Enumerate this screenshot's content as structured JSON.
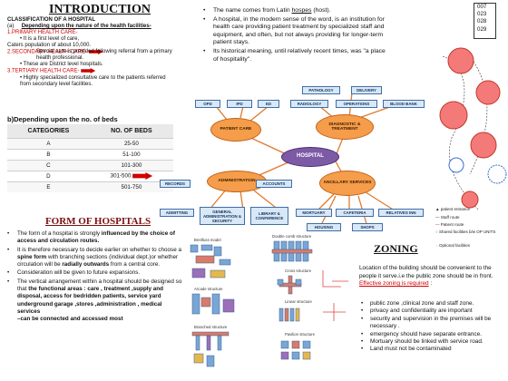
{
  "intro": {
    "title": "INTRODUCTION",
    "classification_title": "CLASSIFICATION OF A HOSPITAL",
    "sub_a_prefix": "(a)",
    "sub_a": "Depending upon the nature of the health facilities-",
    "primary_title": "1.PRIMARY HEALTH CARE-",
    "primary_bullet_1": "It is a first level of care,",
    "primary_bullet_2": "Caters population of about 10,000.",
    "secondary_title": "2.SECONDARY HEALTH CARE-",
    "secondary_overlap": "Special care is provided following referral from a primary health professional.",
    "secondary_bullet_2": "These are District level hospitals.",
    "tertiary_title": "3.TERTIARY HEALTH CARE-",
    "tertiary_bullet": "Highly specialized consultative care to the patients referred from secondary level facilities."
  },
  "beds": {
    "title": "b)Depending upon the no. of beds",
    "headers": [
      "CATEGORIES",
      "NO. OF BEDS"
    ],
    "rows": [
      [
        "A",
        "25-50"
      ],
      [
        "B",
        "51-100"
      ],
      [
        "C",
        "101-300"
      ],
      [
        "D",
        "301-500"
      ],
      [
        "E",
        "501-750"
      ]
    ]
  },
  "form": {
    "title": "FORM OF HOSPITALS",
    "b1_pre": "The form of a hospital is strongly ",
    "b1_bold": "influenced by the choice of access and circulation routes.",
    "b2_pre": "It is therefore necessary to decide earlier on whether to choose  a ",
    "b2_bold1": "spine form",
    "b2_mid": " with branching sections (individual dept.)or whether circulation  will be ",
    "b2_bold2": "radially outwards",
    "b2_post": " from a central core.",
    "b3": "Consideration will be given to future expansions.",
    "b4_pre": "The vertical arrangement within a hospital should be designed so that ",
    "b4_bold": "the functional areas : care , treatment ,supply and disposal, access for  bedridden patients, service yard underground  garage ,stores ,administration , medical services",
    "b4_last": "–can be connected and accessed most"
  },
  "history": {
    "b1_pre": "The name comes from Latin ",
    "b1_u": "hospes",
    "b1_post": " (host).",
    "b2": "A hospital, in the modern sense of the word, is an institution for health care providing patient treatment by specialized staff and equipment, and often, but not always providing for longer-term patient stays.",
    "b3": "Its historical meaning, until relatively recent times, was \"a place of hospitality\"."
  },
  "codes": [
    "007",
    "023",
    "028",
    "029"
  ],
  "diagram": {
    "hospital": "HOSPITAL",
    "patient_care": "PATIENT CARE",
    "diagnostic": "DIAGNOSTIC & TREATMENT",
    "administration": "ADMINISTRATION",
    "ancillary": "ANCILLARY SERVICES",
    "opd": "OPD",
    "ipd": "IPD",
    "ed": "ED",
    "pathology": "PATHOLOGY",
    "delivery": "DELIVERY",
    "radiology": "RADIOLOGY",
    "operations": "OPERATIONS",
    "blood_bank": "BLOOD BANK",
    "records": "RECORDS",
    "accounts": "ACCOUNTS",
    "admitting": "ADMITTING",
    "general_admin": "GENERAL ADMINISTRATION & SECURITY",
    "library": "LIBRARY & CONFERENCE",
    "mortuary": "MORTUARY",
    "cafeteria": "CAFETERIA",
    "relatives_inn": "RELATIVES INN",
    "housing": "HOUSING",
    "shops": "SHOPS"
  },
  "legend": {
    "items": [
      "patient entrance",
      "Staff route",
      "Patient route",
      "Shared facilities b/w OP UNITS",
      "Optional facilities"
    ]
  },
  "models": {
    "breitfuss": "Breitfuss model",
    "double_comb": "Double comb structure",
    "cross": "Cross structure",
    "arcade": "Arcade structure",
    "linear": "Linear structure",
    "branched": "Branched structure",
    "pavilion": "Pavilion structure"
  },
  "zoning": {
    "title": "ZONING",
    "p_pre": "Location of the building should be convenient to the people it serve.i.e the public zone should be in front. ",
    "p_red": "Effective zoning is required",
    "p_post": " :",
    "items": [
      "public zone ,clinical zone and staff zone.",
      "privacy and confidentiality are important",
      "security and supervision in the premises will be necessary .",
      "emergency should have separate entrance.",
      "Mortuary should be linked with service road.",
      "Land must not be contaminated"
    ]
  },
  "colors": {
    "accent_red": "#d00000",
    "box_blue": "#d9e8f6",
    "oval_orange": "#f59d4a",
    "hub_purple": "#7c5aa6"
  }
}
